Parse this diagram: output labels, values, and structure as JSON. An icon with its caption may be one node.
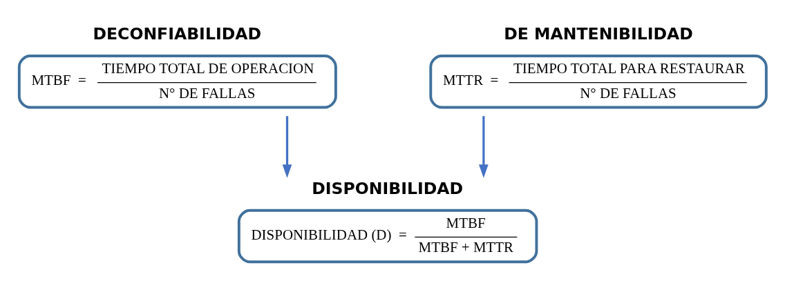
{
  "diagram": {
    "nodes": [
      {
        "text": [
          "DECONFIABILIDAD",
          "MTBF  =",
          "TIEMPO TOTAL DE OPERACION",
          "N° DE FALLAS"
        ]
      },
      {
        "text": [
          "DE MANTENIBILIDAD",
          "MTTR  =",
          "TIEMPO TOTAL PARA RESTAURAR",
          "N° DE FALLAS"
        ]
      },
      {
        "text": [
          "DISPONIBILIDAD",
          "DISPONIBILIDAD (D)  =",
          "MTBF",
          "MTBF + MTTR"
        ]
      }
    ],
    "edges": [
      {
        "from": 0,
        "to": 2,
        "arrow": "to",
        "color": "#4472c4"
      },
      {
        "from": 1,
        "to": 2,
        "arrow": "to",
        "color": "#4472c4"
      }
    ]
  }
}
